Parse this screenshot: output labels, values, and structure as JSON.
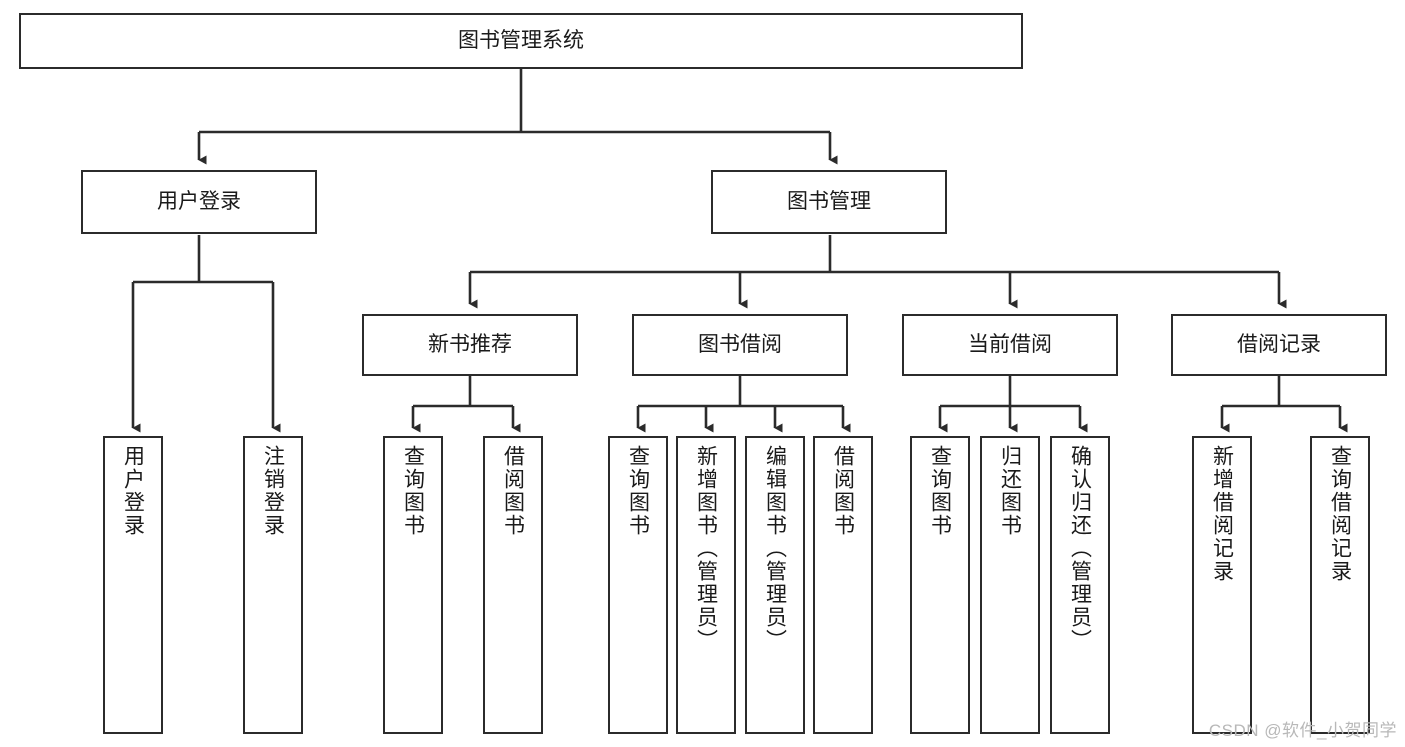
{
  "diagram": {
    "title": "图书管理系统",
    "watermark": "CSDN @软件_小贺同学",
    "line_color": "#2b2b2b",
    "box_fill": "#ffffff",
    "text_color": "#1a1a1a",
    "watermark_color": "#b8b8b8",
    "root": {
      "label": "图书管理系统"
    },
    "level2": [
      {
        "label": "用户登录"
      },
      {
        "label": "图书管理"
      }
    ],
    "level3": [
      {
        "label": "新书推荐"
      },
      {
        "label": "图书借阅"
      },
      {
        "label": "当前借阅"
      },
      {
        "label": "借阅记录"
      }
    ],
    "leaves": {
      "user_login": [
        {
          "label": "用户登录"
        },
        {
          "label": "注销登录"
        }
      ],
      "new_book": [
        {
          "label": "查询图书"
        },
        {
          "label": "借阅图书"
        }
      ],
      "book_borrow": [
        {
          "label": "查询图书"
        },
        {
          "label": "新增图书（管理员）"
        },
        {
          "label": "编辑图书（管理员）"
        },
        {
          "label": "借阅图书"
        }
      ],
      "current_borrow": [
        {
          "label": "查询图书"
        },
        {
          "label": "归还图书"
        },
        {
          "label": "确认归还（管理员）"
        }
      ],
      "borrow_record": [
        {
          "label": "新增借阅记录"
        },
        {
          "label": "查询借阅记录"
        }
      ]
    }
  }
}
